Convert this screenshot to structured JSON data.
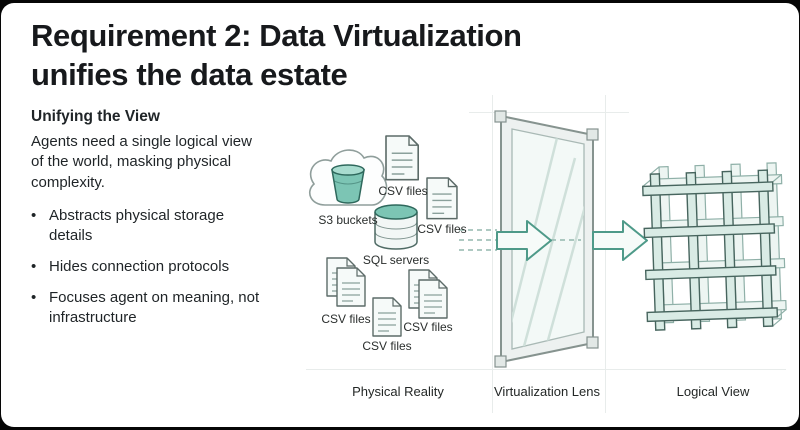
{
  "slide": {
    "title_lines": [
      "Requirement 2: Data Virtualization",
      "unifies the data estate"
    ],
    "panel": {
      "heading": "Unifying the View",
      "body": "Agents need a single logical view of the world, masking physical complexity.",
      "bullet_char": "•",
      "bullets": [
        "Abstracts physical storage details",
        "Hides connection protocols",
        "Focuses agent on meaning, not infrastructure"
      ]
    },
    "diagram": {
      "labels": {
        "csv_top": "CSV files",
        "s3_buckets": "S3 buckets",
        "csv_right": "CSV files",
        "sql_servers": "SQL servers",
        "csv_bottom_left": "CSV files",
        "csv_bottom_center": "CSV files",
        "csv_bottom_right": "CSV files"
      },
      "captions": {
        "physical": "Physical Reality",
        "lens": "Virtualization Lens",
        "logical": "Logical View"
      }
    },
    "colors": {
      "teal_fill": "#7cc5b4",
      "teal_stroke": "#2e685c",
      "arrow_stroke": "#4e9a89",
      "ink": "#17191c",
      "label_text": "#2a2e2d"
    }
  }
}
